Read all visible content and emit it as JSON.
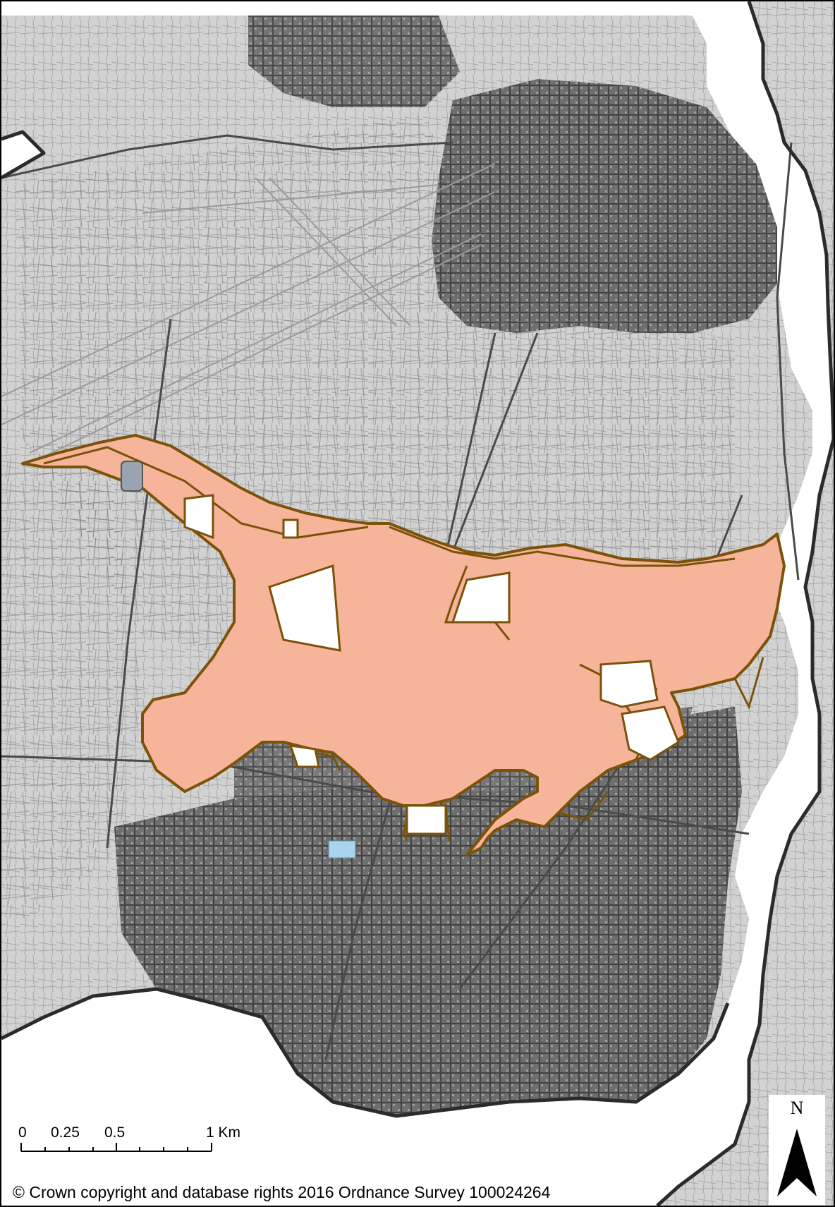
{
  "map": {
    "colors": {
      "background": "#ffffff",
      "outside_area": "#d4d4d4",
      "dense_urban": "#585858",
      "streets": "#5a5a5a",
      "district_boundary": "#2b2b2b",
      "highlight_fill": "#f6b49a",
      "highlight_outline": "#7a5208",
      "water_feature": "#a8d4f0"
    },
    "scale_bar": {
      "ticks": [
        "0",
        "0.25",
        "0.5",
        "1 Km"
      ]
    },
    "north_arrow": {
      "label": "N",
      "icon": "north-arrow-icon"
    },
    "copyright": "© Crown copyright and database rights 2016 Ordnance Survey 100024264"
  }
}
